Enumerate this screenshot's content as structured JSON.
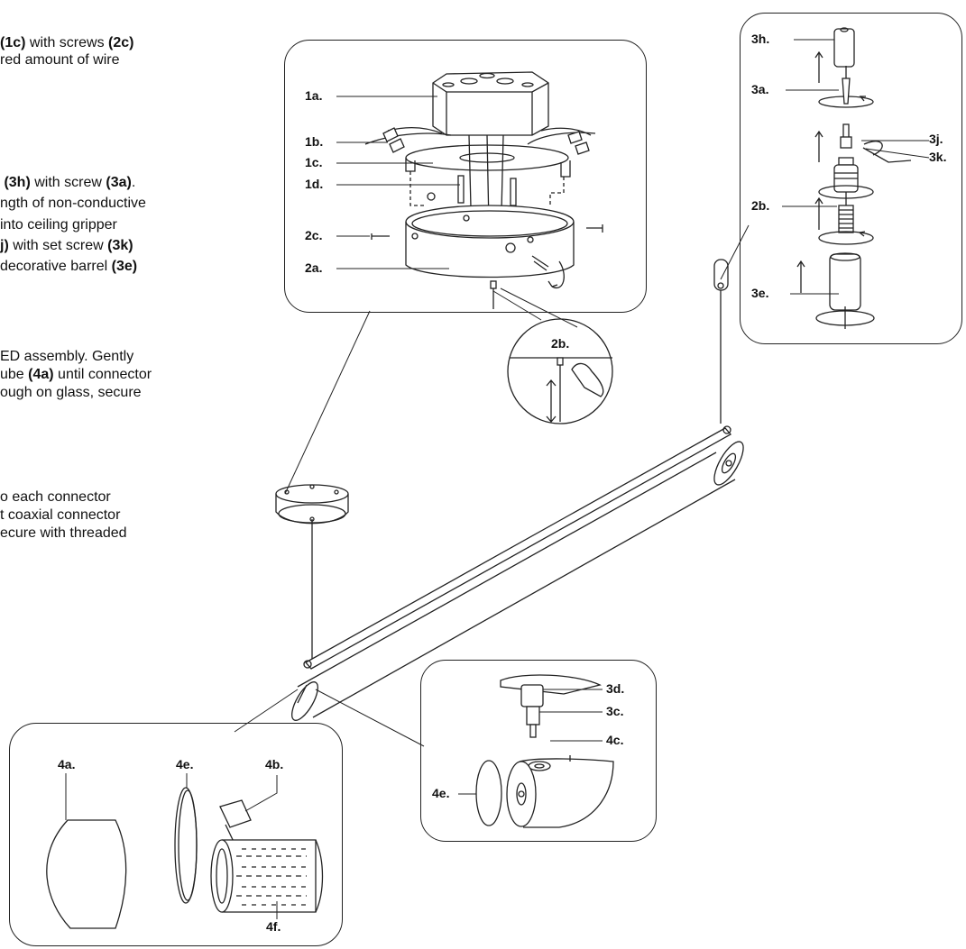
{
  "instructions": [
    {
      "segments": [
        {
          "t": "(1c)",
          "b": true
        },
        {
          "t": " with screws ",
          "b": false
        },
        {
          "t": "(2c)",
          "b": true
        }
      ]
    },
    {
      "segments": [
        {
          "t": "red amount of wire",
          "b": false
        }
      ]
    },
    {
      "segments": [
        {
          "t": " (3h)",
          "b": true
        },
        {
          "t": " with screw ",
          "b": false
        },
        {
          "t": "(3a)",
          "b": true
        },
        {
          "t": ".",
          "b": false
        }
      ]
    },
    {
      "segments": [
        {
          "t": "ngth of non-conductive",
          "b": false
        }
      ]
    },
    {
      "segments": [
        {
          "t": "into ceiling gripper",
          "b": false
        }
      ]
    },
    {
      "segments": [
        {
          "t": "j)",
          "b": true
        },
        {
          "t": " with set screw ",
          "b": false
        },
        {
          "t": "(3k)",
          "b": true
        }
      ]
    },
    {
      "segments": [
        {
          "t": "decorative barrel ",
          "b": false
        },
        {
          "t": "(3e)",
          "b": true
        }
      ]
    },
    {
      "segments": [
        {
          "t": "ED assembly. Gently",
          "b": false
        }
      ]
    },
    {
      "segments": [
        {
          "t": "ube ",
          "b": false
        },
        {
          "t": "(4a)",
          "b": true
        },
        {
          "t": " until connector",
          "b": false
        }
      ]
    },
    {
      "segments": [
        {
          "t": "ough on glass, secure",
          "b": false
        }
      ]
    },
    {
      "segments": [
        {
          "t": "o each connector",
          "b": false
        }
      ]
    },
    {
      "segments": [
        {
          "t": "t coaxial connector",
          "b": false
        }
      ]
    },
    {
      "segments": [
        {
          "t": "ecure with threaded",
          "b": false
        }
      ]
    }
  ],
  "labels": {
    "canopy_panel": [
      "1a.",
      "1b.",
      "1c.",
      "1d.",
      "2c.",
      "2a."
    ],
    "detail_2b": "2b.",
    "right_panel": [
      "3h.",
      "3a.",
      "3j.",
      "3k.",
      "2b.",
      "3e."
    ],
    "connector_panel": [
      "3d.",
      "3c.",
      "4c.",
      "4e."
    ],
    "glass_panel": [
      "4a.",
      "4e.",
      "4b.",
      "4f."
    ]
  }
}
